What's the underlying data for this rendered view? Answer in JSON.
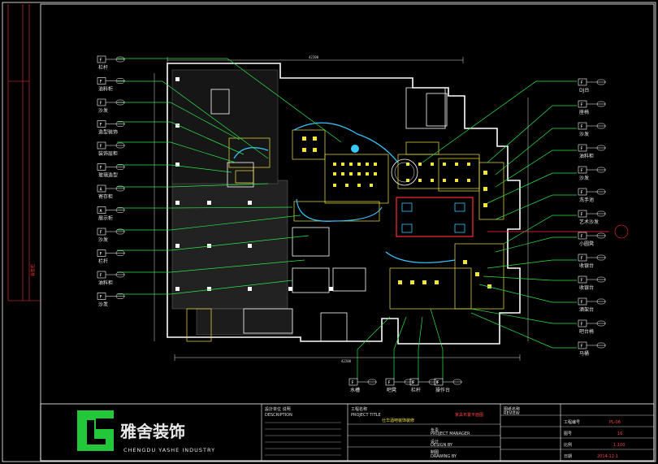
{
  "colors": {
    "background": "#000000",
    "leader": "#2ee64a",
    "wall": "#ffffff",
    "furniture": "#f2e43a",
    "accent_red": "#ff3030",
    "accent_cyan": "#38c8ff",
    "logo_green": "#22c83a",
    "frame": "#ffffff"
  },
  "labels_left": [
    {
      "tag": "F",
      "code": "",
      "text": "栏杆"
    },
    {
      "tag": "F",
      "code": "",
      "text": "油料柜"
    },
    {
      "tag": "F",
      "code": "",
      "text": "沙发"
    },
    {
      "tag": "F",
      "code": "",
      "text": "造型装饰"
    },
    {
      "tag": "F",
      "code": "",
      "text": "装饰层柜"
    },
    {
      "tag": "F",
      "code": "",
      "text": "玻璃造型"
    },
    {
      "tag": "A",
      "code": "",
      "text": "寄存柜"
    },
    {
      "tag": "A",
      "code": "",
      "text": "展示柜"
    },
    {
      "tag": "F",
      "code": "",
      "text": "沙发"
    },
    {
      "tag": "F",
      "code": "",
      "text": "栏杆"
    },
    {
      "tag": "F",
      "code": "",
      "text": "油料柜"
    },
    {
      "tag": "F",
      "code": "",
      "text": "沙发"
    }
  ],
  "labels_right": [
    {
      "tag": "F",
      "code": "",
      "text": "DJ台"
    },
    {
      "tag": "F",
      "code": "",
      "text": "座椅"
    },
    {
      "tag": "F",
      "code": "",
      "text": "沙发"
    },
    {
      "tag": "F",
      "code": "",
      "text": "油料柜"
    },
    {
      "tag": "F",
      "code": "",
      "text": "沙发"
    },
    {
      "tag": "F",
      "code": "",
      "text": "洗手池"
    },
    {
      "tag": "F",
      "code": "",
      "text": "艺术沙发"
    },
    {
      "tag": "F",
      "code": "",
      "text": "小圆凳"
    },
    {
      "tag": "F",
      "code": "",
      "text": "收银台"
    },
    {
      "tag": "F",
      "code": "",
      "text": "收银台"
    },
    {
      "tag": "F",
      "code": "",
      "text": "酒架台"
    },
    {
      "tag": "F",
      "code": "",
      "text": "吧台椅"
    },
    {
      "tag": "F",
      "code": "",
      "text": "马桶"
    }
  ],
  "labels_bottom": [
    {
      "tag": "F",
      "code": "",
      "text": "水槽"
    },
    {
      "tag": "F",
      "code": "",
      "text": "吧凳"
    },
    {
      "tag": "F",
      "code": "",
      "text": "栏杆"
    },
    {
      "tag": "F",
      "code": "",
      "text": "操作台"
    }
  ],
  "logo": {
    "name_cn": "雅舍装饰",
    "name_en": "CHENGDU YASHE INDUSTRY"
  },
  "title_block": {
    "col1_header": "設計单位 说明",
    "col1_sub": "DESCRIPTION",
    "col2_header": "工程名称",
    "col2_sub": "PROJECT TITLE",
    "project": "仕华酒吧装饰装修",
    "drawing_title": "家具布置平面图",
    "rows": [
      {
        "k": "负责",
        "v": "PROJECT MANAGER"
      },
      {
        "k": "设计",
        "v": "DESIGN BY"
      },
      {
        "k": "制图",
        "v": "DRAWING BY"
      }
    ],
    "review_header": "图纸名称",
    "review_sub": "REVIEW",
    "company_code_label": "工程编号",
    "company_code": "PL-06",
    "drawing_no_label": "图号",
    "drawing_no": "16",
    "scale_label": "比例",
    "scale": "1:100",
    "date_label": "日期",
    "date": "2014-12-1"
  },
  "dimensions": {
    "top_total": "42200",
    "bottom_total": "42200"
  },
  "sidebar_text": "会签栏"
}
